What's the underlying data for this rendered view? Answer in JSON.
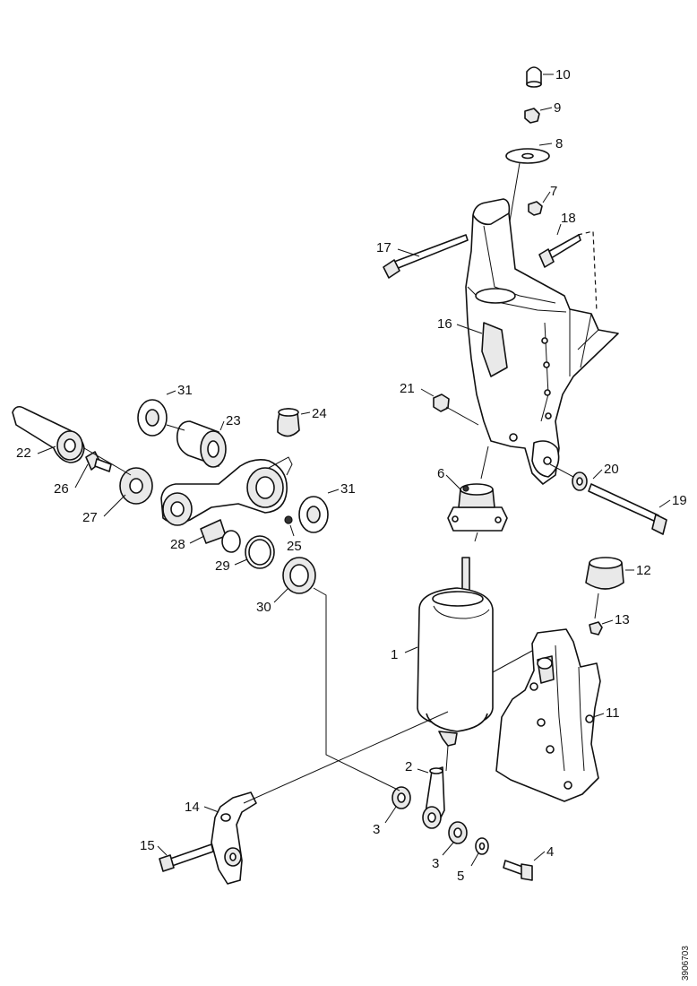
{
  "reference_code": "3906703",
  "callouts": [
    {
      "id": "c1",
      "text": "1"
    },
    {
      "id": "c2",
      "text": "2"
    },
    {
      "id": "c3a",
      "text": "3"
    },
    {
      "id": "c3b",
      "text": "3"
    },
    {
      "id": "c4",
      "text": "4"
    },
    {
      "id": "c5",
      "text": "5"
    },
    {
      "id": "c6",
      "text": "6"
    },
    {
      "id": "c7",
      "text": "7"
    },
    {
      "id": "c8",
      "text": "8"
    },
    {
      "id": "c9",
      "text": "9"
    },
    {
      "id": "c10",
      "text": "10"
    },
    {
      "id": "c11",
      "text": "11"
    },
    {
      "id": "c12",
      "text": "12"
    },
    {
      "id": "c13",
      "text": "13"
    },
    {
      "id": "c14",
      "text": "14"
    },
    {
      "id": "c15",
      "text": "15"
    },
    {
      "id": "c16",
      "text": "16"
    },
    {
      "id": "c17",
      "text": "17"
    },
    {
      "id": "c18",
      "text": "18"
    },
    {
      "id": "c19",
      "text": "19"
    },
    {
      "id": "c20",
      "text": "20"
    },
    {
      "id": "c21",
      "text": "21"
    },
    {
      "id": "c22",
      "text": "22"
    },
    {
      "id": "c23",
      "text": "23"
    },
    {
      "id": "c24",
      "text": "24"
    },
    {
      "id": "c25",
      "text": "25"
    },
    {
      "id": "c26",
      "text": "26"
    },
    {
      "id": "c27",
      "text": "27"
    },
    {
      "id": "c28",
      "text": "28"
    },
    {
      "id": "c29",
      "text": "29"
    },
    {
      "id": "c30",
      "text": "30"
    },
    {
      "id": "c31a",
      "text": "31"
    },
    {
      "id": "c31b",
      "text": "31"
    }
  ]
}
